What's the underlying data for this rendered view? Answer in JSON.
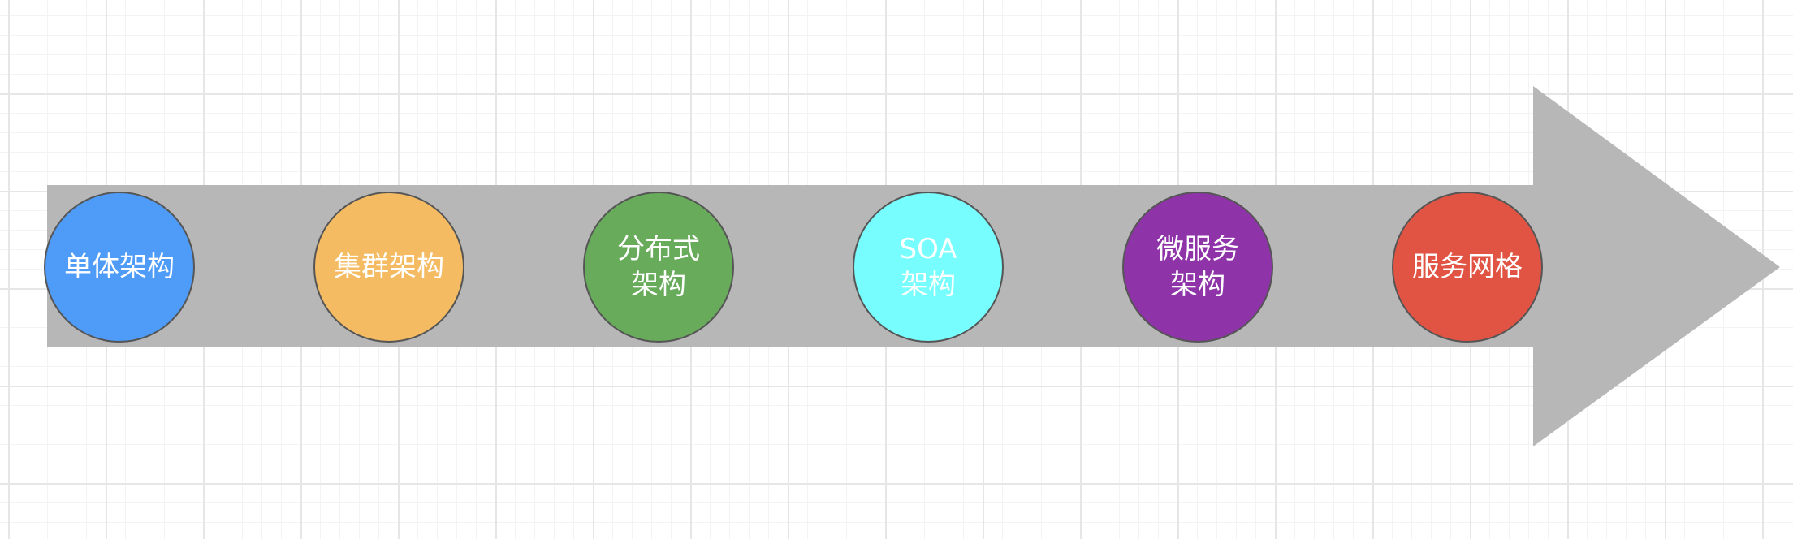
{
  "diagram": {
    "arrow_color": "#b7b7b7",
    "node_stroke": "#555555",
    "nodes": [
      {
        "id": "monolith",
        "lines": [
          "单体架构"
        ],
        "fill": "#4e9bf8",
        "text_color": "#ffffff"
      },
      {
        "id": "cluster",
        "lines": [
          "集群架构"
        ],
        "fill": "#f5bb62",
        "text_color": "#ffffff"
      },
      {
        "id": "distributed",
        "lines": [
          "分布式",
          "架构"
        ],
        "fill": "#67ab5b",
        "text_color": "#ffffff"
      },
      {
        "id": "soa",
        "lines": [
          "SOA",
          "架构"
        ],
        "fill": "#77fdfd",
        "text_color": "#ffffff"
      },
      {
        "id": "microservice",
        "lines": [
          "微服务",
          "架构"
        ],
        "fill": "#8e34a8",
        "text_color": "#ffffff"
      },
      {
        "id": "service-mesh",
        "lines": [
          "服务网格"
        ],
        "fill": "#e15443",
        "text_color": "#ffffff"
      }
    ]
  }
}
